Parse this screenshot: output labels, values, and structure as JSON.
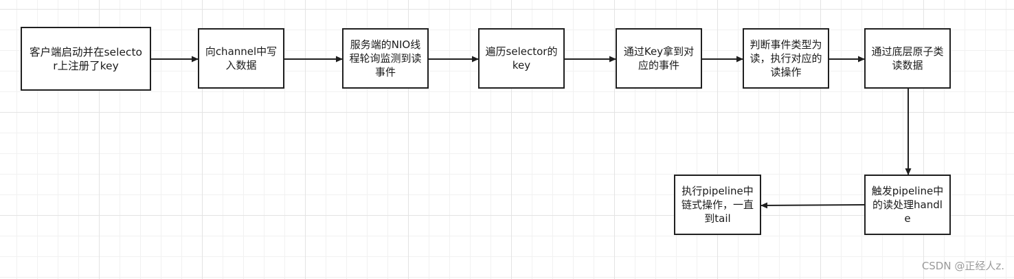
{
  "nodes": [
    {
      "id": "b1",
      "text": "客户端启动并在selector上注册了key"
    },
    {
      "id": "b2",
      "text": "向channel中写入数据"
    },
    {
      "id": "b3",
      "text": "服务端的NIO线程轮询监测到读事件"
    },
    {
      "id": "b4",
      "text": "遍历selector的key"
    },
    {
      "id": "b5",
      "text": "通过Key拿到对应的事件"
    },
    {
      "id": "b6",
      "text": "判断事件类型为读，执行对应的读操作"
    },
    {
      "id": "b7",
      "text": "通过底层原子类读数据"
    },
    {
      "id": "b8",
      "text": "触发pipeline中的读处理handle"
    },
    {
      "id": "b9",
      "text": "执行pipeline中链式操作，一直到tail"
    }
  ],
  "edges": [
    {
      "from": "b1",
      "to": "b2"
    },
    {
      "from": "b2",
      "to": "b3"
    },
    {
      "from": "b3",
      "to": "b4"
    },
    {
      "from": "b4",
      "to": "b5"
    },
    {
      "from": "b5",
      "to": "b6"
    },
    {
      "from": "b6",
      "to": "b7"
    },
    {
      "from": "b7",
      "to": "b8"
    },
    {
      "from": "b8",
      "to": "b9"
    }
  ],
  "watermark": "CSDN @正经人z.",
  "colors": {
    "stroke": "#1f1f1f",
    "grid": "#e3e3e3",
    "text": "#1a1a1a",
    "watermark": "#9a9a9a"
  }
}
